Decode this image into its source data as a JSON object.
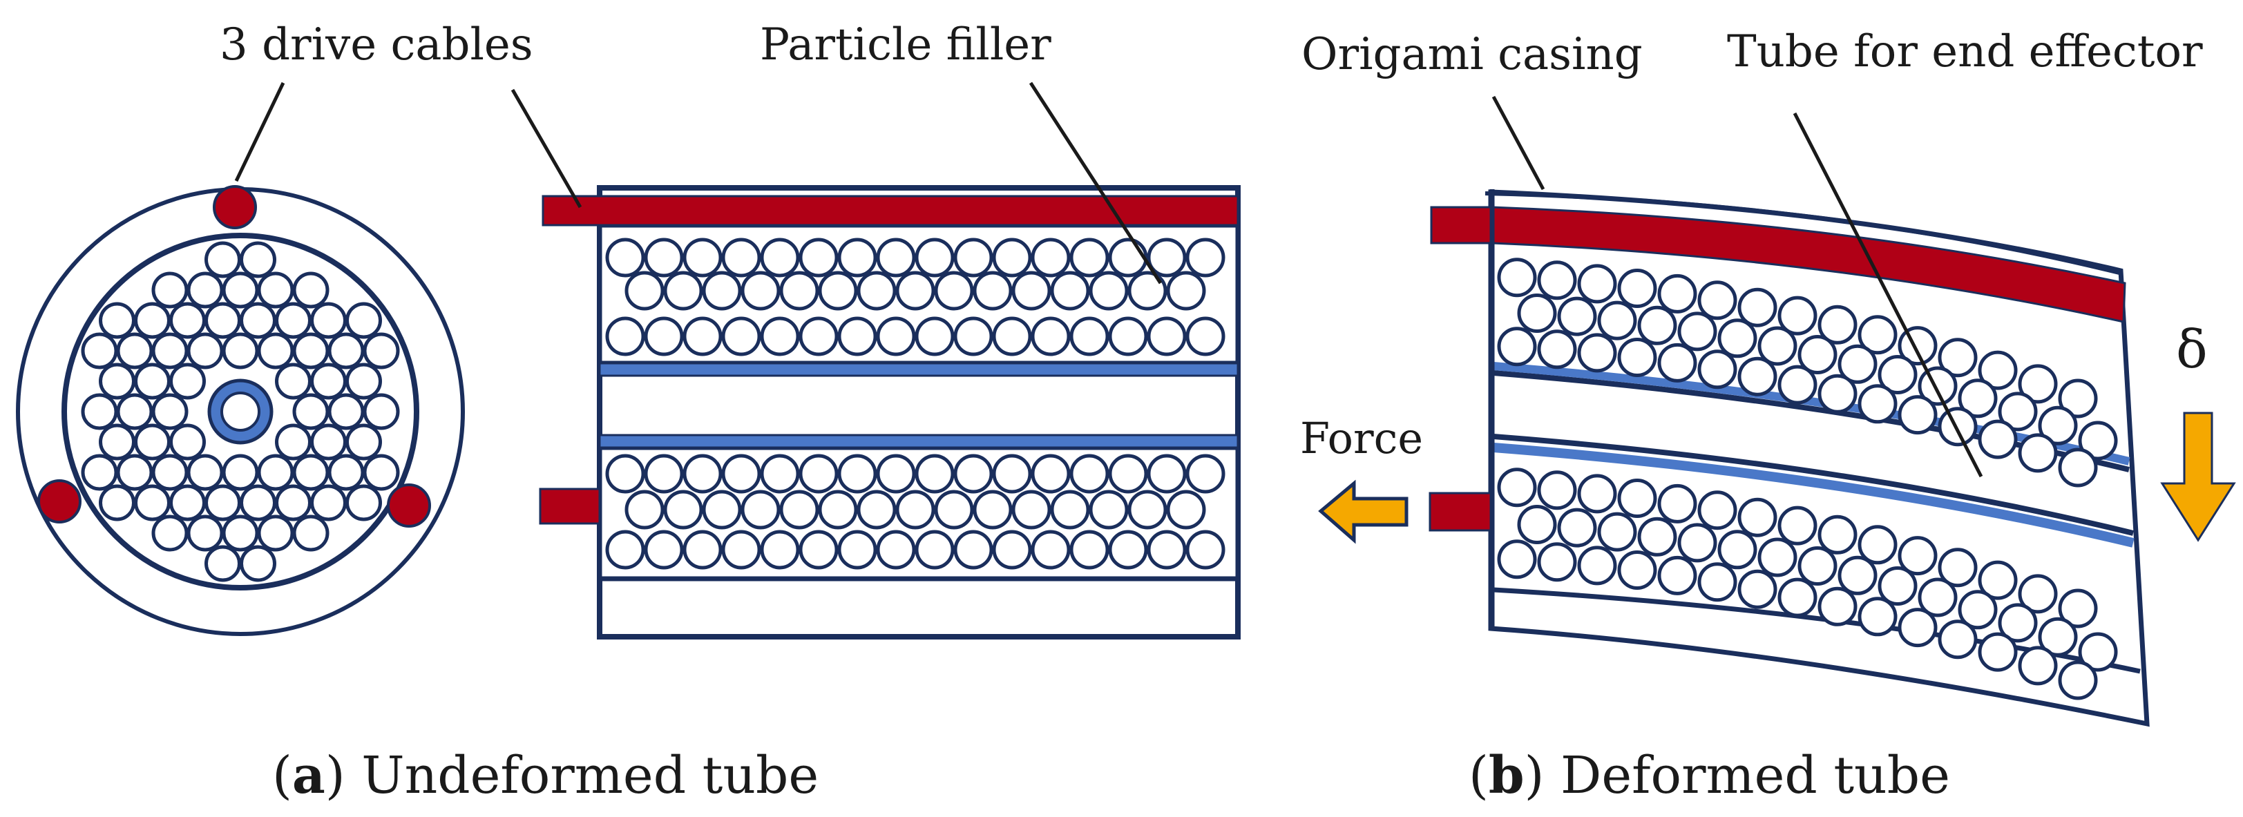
{
  "labels": {
    "drive_cables": "3 drive cables",
    "particle_filler": "Particle filler",
    "origami_casing": "Origami casing",
    "tube_end_effector": "Tube for end effector",
    "force": "Force",
    "delta": "δ"
  },
  "captions": {
    "a_letter": "a",
    "a_text": " Undeformed tube",
    "b_letter": "b",
    "b_text": " Deformed tube"
  },
  "colors": {
    "outline": "#1a2e5c",
    "cable": "#b00016",
    "tube": "#4a78c8",
    "arrow": "#f5a800",
    "text": "#1a1a1a"
  }
}
